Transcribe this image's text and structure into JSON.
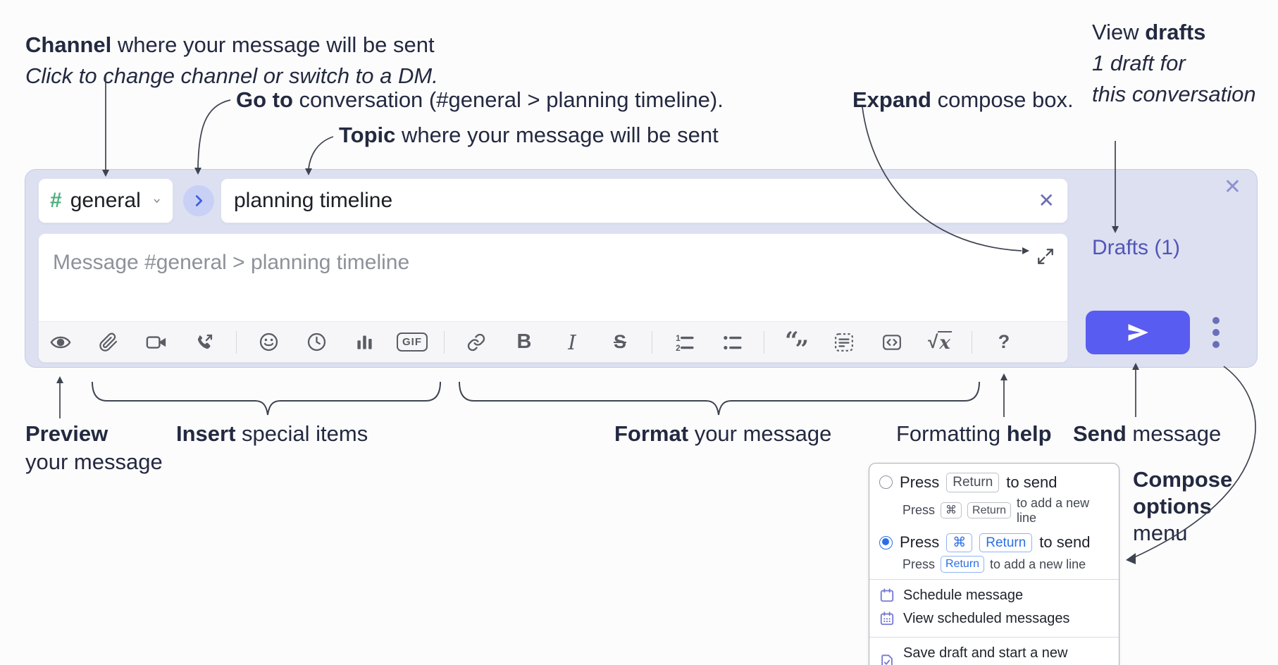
{
  "annotations": {
    "channel": {
      "bold": "Channel",
      "rest": " where your message will be sent",
      "sub": "Click to change channel or switch to a DM."
    },
    "goto": {
      "bold": "Go to",
      "rest": " conversation (#general > planning timeline)."
    },
    "topic": {
      "bold": "Topic",
      "rest": " where your message will be sent"
    },
    "expand": {
      "bold": "Expand",
      "rest": " compose box."
    },
    "drafts": {
      "pre": "View ",
      "bold": "drafts",
      "line2": "1 draft for",
      "line3": "this conversation"
    },
    "preview": {
      "bold": "Preview",
      "line2": "your message"
    },
    "insert": {
      "bold": "Insert",
      "rest": " special items"
    },
    "format": {
      "bold": "Format",
      "rest": " your message"
    },
    "help": {
      "pre": "Formatting ",
      "bold": "help"
    },
    "send": {
      "bold": "Send",
      "rest": " message"
    },
    "compose_options": {
      "line1": "Compose",
      "line2": "options",
      "line3": "menu"
    }
  },
  "composer": {
    "channel": {
      "hash": "#",
      "name": "general"
    },
    "topic_value": "planning timeline",
    "clear_glyph": "✕",
    "close_glyph": "✕",
    "message_placeholder": "Message #general > planning timeline",
    "drafts_label": "Drafts (1)",
    "toolbar": {
      "gif": "GIF",
      "bold": "B",
      "italic": "I",
      "strike": "S",
      "sqrt": "√",
      "sqrt_x": "x",
      "help": "?",
      "ol1": "1",
      "ol2": "2",
      "quote_open": "“",
      "quote_close": "”"
    }
  },
  "menu": {
    "cmd": "⌘",
    "return_key": "Return",
    "option1": {
      "press": "Press",
      "to_send": "to send",
      "sub_press": "Press",
      "sub_rest": "to add a new line"
    },
    "option2": {
      "press": "Press",
      "to_send": "to send",
      "sub_press": "Press",
      "sub_rest": "to add a new line"
    },
    "items": [
      {
        "label": "Schedule message"
      },
      {
        "label": "View scheduled messages"
      },
      {
        "label": "Save draft and start a new message"
      }
    ]
  },
  "colors": {
    "panel": "#dce0f1",
    "accent_send": "#585cf0",
    "drafts_link": "#5355b6",
    "menu_blue": "#2b6fe4",
    "purple_icon": "#7579d6",
    "hash_green": "#4fae7e",
    "annotation_text": "#232940"
  }
}
